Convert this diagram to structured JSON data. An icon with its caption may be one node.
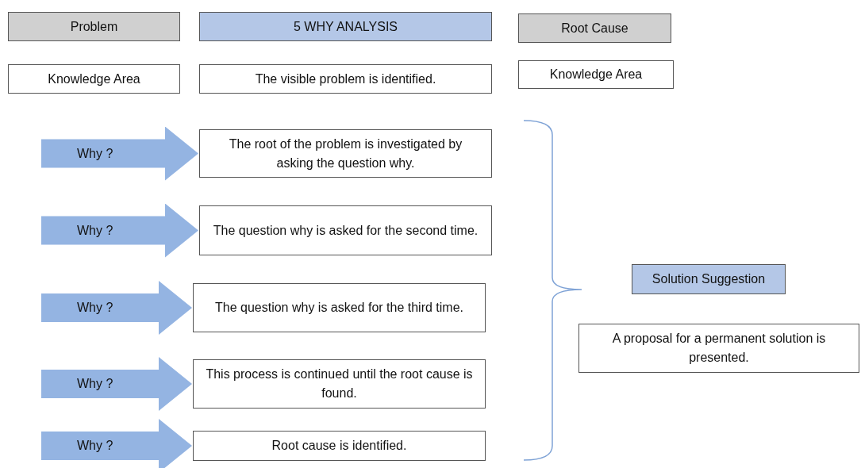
{
  "diagram": {
    "nodes": [
      {
        "text": [
          "Problem"
        ]
      },
      {
        "text": [
          "5 WHY ANALYSIS"
        ]
      },
      {
        "text": [
          "Root Cause"
        ]
      },
      {
        "text": [
          "Knowledge Area"
        ]
      },
      {
        "text": [
          "The visible problem is identified."
        ]
      },
      {
        "text": [
          "Knowledge Area"
        ]
      },
      {
        "text": [
          "The root of the problem is investigated by asking the question why."
        ]
      },
      {
        "text": [
          "The question why is asked for the second time."
        ]
      },
      {
        "text": [
          "The question why is asked for the third time."
        ]
      },
      {
        "text": [
          "This process is continued until the root cause is found."
        ]
      },
      {
        "text": [
          "Root cause is identified."
        ]
      },
      {
        "text": [
          "Solution Suggestion"
        ]
      },
      {
        "text": [
          "A proposal for a permanent solution is presented."
        ]
      }
    ],
    "edges": [
      {
        "from": null,
        "to": 6,
        "arrow": "to",
        "label": "Why ?"
      },
      {
        "from": null,
        "to": 7,
        "arrow": "to",
        "label": "Why ?"
      },
      {
        "from": null,
        "to": 8,
        "arrow": "to",
        "label": "Why ?"
      },
      {
        "from": null,
        "to": 9,
        "arrow": "to",
        "label": "Why ?"
      },
      {
        "from": null,
        "to": 10,
        "arrow": "to",
        "label": "Why ?"
      }
    ]
  }
}
